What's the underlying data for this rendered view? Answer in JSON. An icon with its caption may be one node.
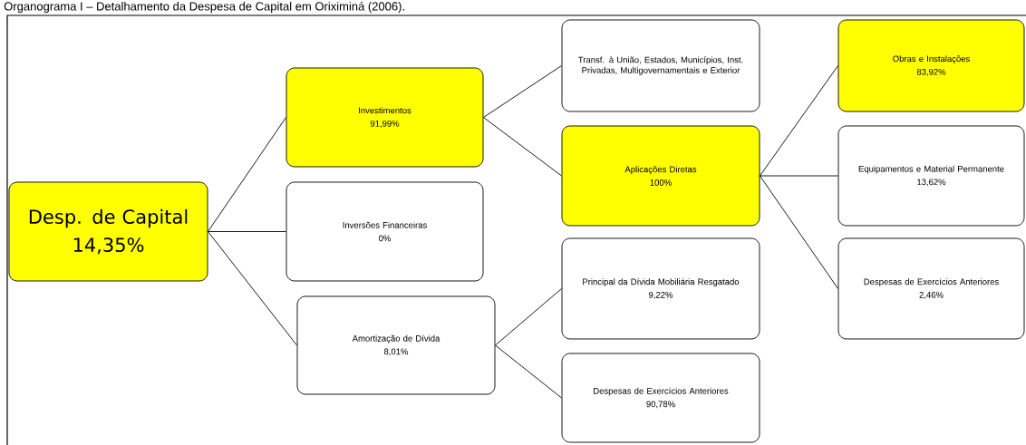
{
  "diagram": {
    "title": "Organograma I – Detalhamento da Despesa de Capital em Oriximiná (2006).",
    "nodes": [
      {
        "text": [
          "Desp. de Capital",
          "14,35%"
        ]
      },
      {
        "text": [
          "Investimentos",
          "91,99%"
        ]
      },
      {
        "text": [
          "Inversões Financeiras",
          "0%"
        ]
      },
      {
        "text": [
          "Amortização de Dívida",
          "8,01%"
        ]
      },
      {
        "text": [
          "Transf. à União, Estados, Municípios, Inst. Privadas, Multigovernamentais e Exterior"
        ]
      },
      {
        "text": [
          "Aplicações Diretas",
          "100%"
        ]
      },
      {
        "text": [
          "Principal da Dívida Mobiliária Resgatado",
          "9,22%"
        ]
      },
      {
        "text": [
          "Despesas de Exercícios Anteriores",
          "90,78%"
        ]
      },
      {
        "text": [
          "Obras e Instalações",
          "83,92%"
        ]
      },
      {
        "text": [
          "Equipamentos e Material Permanente",
          "13,62%"
        ]
      },
      {
        "text": [
          "Despesas de Exercícios Anteriores",
          "2,46%"
        ]
      }
    ],
    "edges": [
      {
        "from": 0,
        "to": 1,
        "arrow": "none"
      },
      {
        "from": 0,
        "to": 2,
        "arrow": "none"
      },
      {
        "from": 0,
        "to": 3,
        "arrow": "none"
      },
      {
        "from": 1,
        "to": 4,
        "arrow": "none"
      },
      {
        "from": 1,
        "to": 5,
        "arrow": "none"
      },
      {
        "from": 3,
        "to": 6,
        "arrow": "none"
      },
      {
        "from": 3,
        "to": 7,
        "arrow": "none"
      },
      {
        "from": 5,
        "to": 8,
        "arrow": "none"
      },
      {
        "from": 5,
        "to": 9,
        "arrow": "none"
      },
      {
        "from": 5,
        "to": 10,
        "arrow": "none"
      }
    ]
  }
}
